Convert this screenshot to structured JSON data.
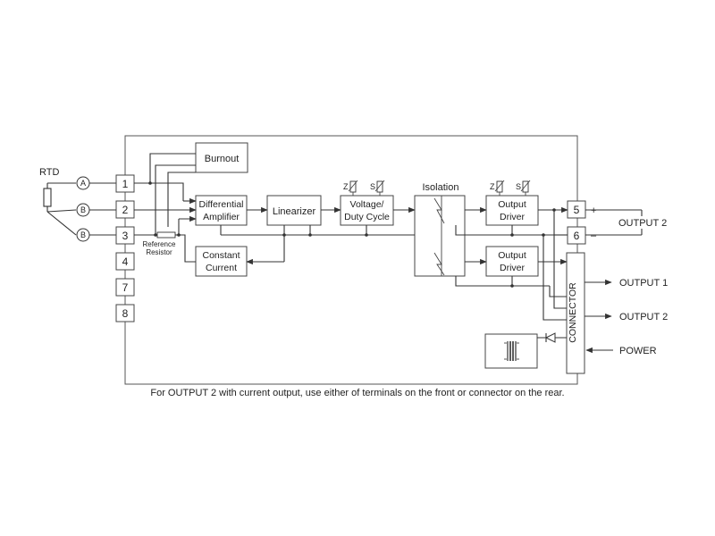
{
  "rtd_label": "RTD",
  "rtd_wires": [
    "A",
    "B",
    "B"
  ],
  "terminals_left": [
    "1",
    "2",
    "3",
    "4",
    "7",
    "8"
  ],
  "terminals_right": [
    "5",
    "6"
  ],
  "blocks": {
    "burnout": "Burnout",
    "diff_amp": [
      "Differential",
      "Amplifier"
    ],
    "const_current": [
      "Constant",
      "Current"
    ],
    "linearizer": "Linearizer",
    "voltage_duty": [
      "Voltage/",
      "Duty Cycle"
    ],
    "isolation": "Isolation",
    "output_driver_1": [
      "Output",
      "Driver"
    ],
    "output_driver_2": [
      "Output",
      "Driver"
    ],
    "connector": "CONNECTOR"
  },
  "reference_resistor": [
    "Reference",
    "Resistor"
  ],
  "adjust_labels": [
    "Z",
    "S",
    "Z",
    "S"
  ],
  "plus_sign": "+",
  "minus_sign": "–",
  "outputs": {
    "terminal_output": "OUTPUT 2",
    "connector_output_1": "OUTPUT 1",
    "connector_output_2": "OUTPUT 2",
    "power": "POWER"
  },
  "caption": "For OUTPUT 2 with current output, use either of terminals on the front or connector on the rear."
}
